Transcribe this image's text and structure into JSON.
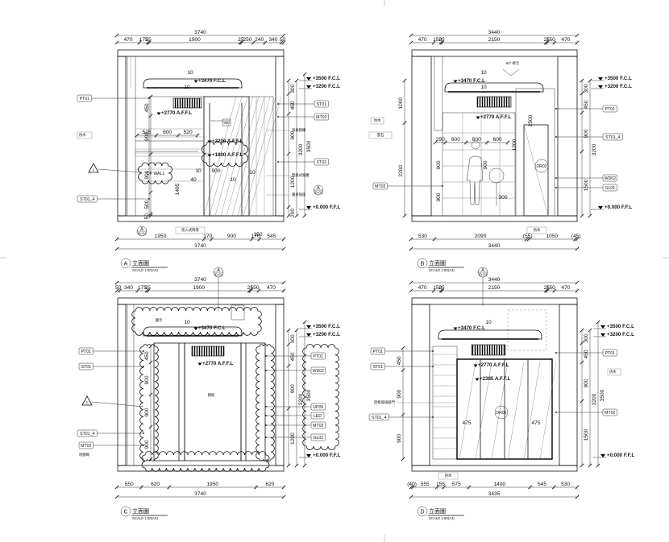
{
  "panels": [
    {
      "id": "A",
      "marker": "A",
      "title": "立面圖",
      "scale": "SCALE 1:50(A3)",
      "top_total": "3740",
      "top_dims": [
        "470",
        "175",
        "25",
        "1900",
        "25",
        "250",
        "240",
        "340",
        "50"
      ],
      "bottom_dims": [
        "1950",
        "170",
        "900",
        "170",
        "545"
      ],
      "bottom_total": "3740",
      "bottom_extra": "150",
      "right_vdims": [
        "300",
        "450",
        "900",
        "1200",
        "200"
      ],
      "right_total_vdims": [
        "3200",
        "3500"
      ],
      "left_vdims": [
        "450",
        "900",
        "900",
        "500",
        "50"
      ],
      "levels": [
        "+3500 F.C.L",
        "+3200 F.C.L",
        "+0.000 F.F.L"
      ],
      "inner_levels": [
        "+3470 F.C.L",
        "+2770 A.F.F.L",
        "+2200 A.F.F.L",
        "+1800 A.F.F.L"
      ],
      "inner_dims": [
        "10",
        "10",
        "525",
        "600",
        "520",
        "10",
        "900",
        "10",
        "10",
        "1495",
        "40",
        "900"
      ],
      "left_tags": [
        "PT01",
        "ST01_4"
      ],
      "right_tags": [
        "ST01",
        "MT02",
        "ST02"
      ],
      "cloud_text": "OP WALL",
      "revision": "1",
      "callouts": [
        {
          "letter": "A",
          "ref": "ID-02"
        },
        {
          "letter": "A",
          "ref": "ID-01"
        }
      ],
      "notes": [
        "消毒碗櫃",
        "壁掛式風機",
        "牆身插座",
        "嵌入式筒燈",
        "仿木"
      ]
    },
    {
      "id": "B",
      "marker": "B",
      "title": "立面圖",
      "scale": "SCALE 1:50(A3)",
      "top_total": "3440",
      "top_dims": [
        "470",
        "150",
        "25",
        "2150",
        "25",
        "150",
        "470"
      ],
      "bottom_dims": [
        "530",
        "2090",
        "(55)",
        "1050",
        "(45)"
      ],
      "bottom_total": "3440",
      "right_vdims": [
        "300",
        "450",
        "900",
        "1500"
      ],
      "right_total_vdims": [
        "3200"
      ],
      "left_vdims": [
        "1000",
        "2200"
      ],
      "levels": [
        "+3500 F.C.L",
        "+3200 F.C.L",
        "+0.000 F.F.L"
      ],
      "inner_levels": [
        "+3470 F.C.L",
        "+2770 A.F.F.L"
      ],
      "inner_dims": [
        "10",
        "10",
        "290",
        "600",
        "600",
        "600",
        "900",
        "900",
        "900",
        "1200",
        "2500",
        "300"
      ],
      "left_tags": [
        "MT02"
      ],
      "right_tags": [
        "PT01",
        "ST01_4",
        "WD02",
        "GL01"
      ],
      "corner_note": "90° 捲舌",
      "door_tag": "DR02",
      "notes": [
        "仿木",
        "雲石"
      ]
    },
    {
      "id": "C",
      "marker": "C",
      "title": "立面圖",
      "scale": "SCALE 1:50(A3)",
      "top_total": "3740",
      "top_dims": [
        "50",
        "340",
        "175",
        "25",
        "1900",
        "25",
        "150",
        "470"
      ],
      "bottom_dims": [
        "550",
        "620",
        "1950",
        "620"
      ],
      "bottom_total": "3740",
      "right_vdims": [
        "300",
        "450",
        "900",
        "1200"
      ],
      "right_total_vdims": [
        "3200",
        "3500"
      ],
      "left_vdims": [
        "450",
        "900",
        "900",
        "900"
      ],
      "levels": [
        "+3500 F.C.L",
        "+3200 F.C.L",
        "+0.000 F.F.L"
      ],
      "inner_levels": [
        "+3470 F.C.L",
        "+2770 A.F.F.L"
      ],
      "inner_dims": [
        "10"
      ],
      "left_tags": [
        "PT01",
        "ST01",
        "ST01_4",
        "MT02"
      ],
      "right_tags": [
        "PT01",
        "WD02",
        "UP05",
        "LED",
        "MT02",
        "GL02"
      ],
      "cloud_note": "圖示",
      "floor_note": "地腳線",
      "revision": "1",
      "center_note": "鋼板",
      "callouts": [
        {
          "letter": "A",
          "ref": "ID-01"
        }
      ]
    },
    {
      "id": "D",
      "marker": "D",
      "title": "立面圖",
      "scale": "SCALE 1:50(A3)",
      "top_total": "3440",
      "top_dims": [
        "470",
        "150",
        "25",
        "2150",
        "25",
        "150",
        "470"
      ],
      "bottom_dims": [
        "(40)",
        "555",
        "155",
        "575",
        "1400",
        "545",
        "530"
      ],
      "bottom_total": "3435",
      "right_vdims": [
        "300",
        "450",
        "900",
        "1500"
      ],
      "right_total_vdims": [
        "3200",
        "3500"
      ],
      "left_vdims": [
        "450",
        "900",
        "900"
      ],
      "levels": [
        "+3500 F.C.L",
        "+3200 F.C.L",
        "+0.000 F.F.L"
      ],
      "inner_levels": [
        "+3470 F.C.L",
        "+2770 A.F.F.L",
        "+2385 A.F.F.L"
      ],
      "inner_dims": [
        "10",
        "475",
        "475"
      ],
      "left_tags": [
        "PT01",
        "ST01",
        "ST01_4"
      ],
      "right_tags": [
        "PT01",
        "MT02"
      ],
      "door_label": "鋁框玻璃趟門",
      "door_tag": "DR01",
      "callouts": [
        {
          "letter": "A",
          "ref": "ID-03"
        }
      ],
      "notes": [
        "仿木"
      ]
    }
  ]
}
